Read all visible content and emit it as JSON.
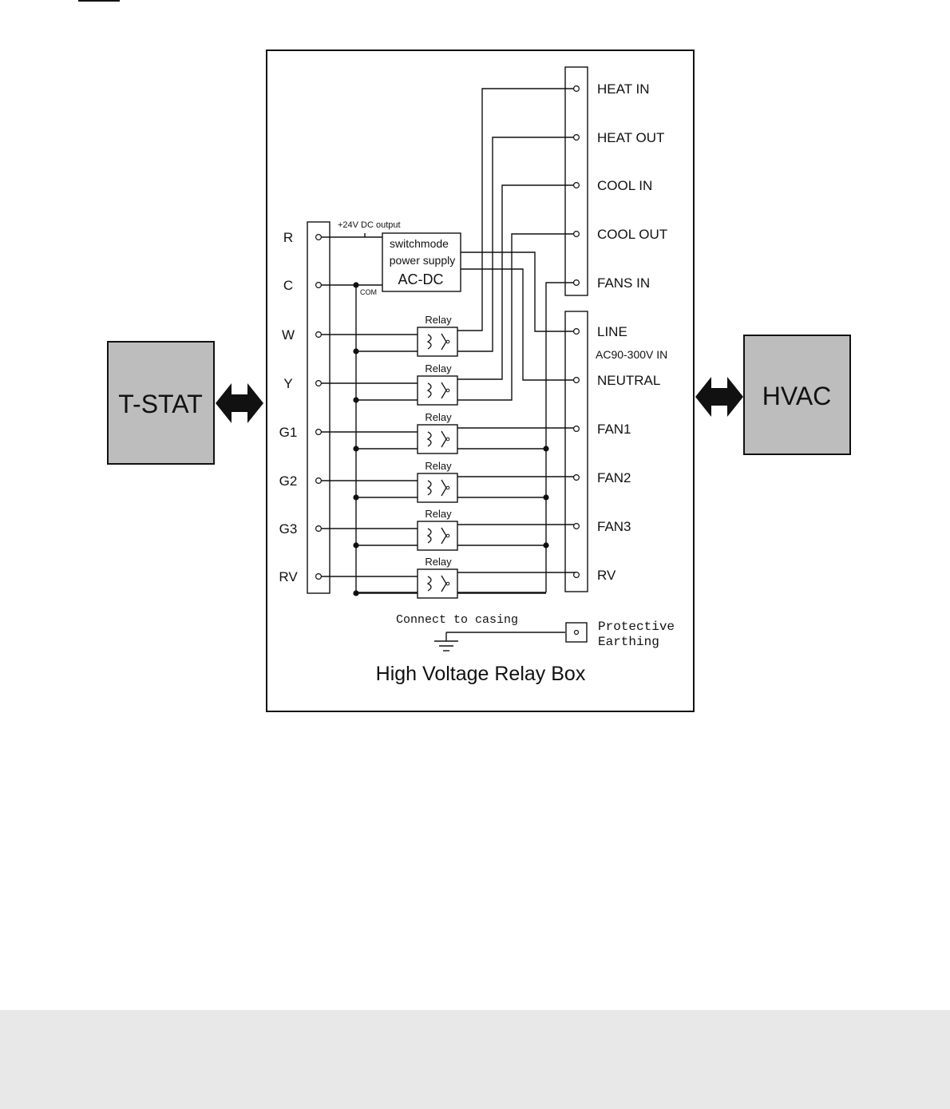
{
  "colors": {
    "line": "#111111",
    "device_fill": "#bdbdbd",
    "footer_band": "#e8e8e8",
    "background": "#ffffff"
  },
  "devices": {
    "tstat": "T-STAT",
    "hvac": "HVAC"
  },
  "left_terminals": [
    "R",
    "C",
    "W",
    "Y",
    "G1",
    "G2",
    "G3",
    "RV"
  ],
  "right_terminals_top": [
    "HEAT IN",
    "HEAT OUT",
    "COOL IN",
    "COOL OUT",
    "FANS IN"
  ],
  "right_terminals_bottom": [
    "LINE",
    "NEUTRAL",
    "FAN1",
    "FAN2",
    "FAN3",
    "RV"
  ],
  "power_supply": {
    "line1": "switchmode",
    "line2": "power supply",
    "line3": "AC-DC",
    "output_label": "+24V DC output",
    "com_label": "COM"
  },
  "relay_label": "Relay",
  "ac_input_label": "AC90-300V IN",
  "earth": {
    "casing_label": "Connect to casing",
    "pe_line1": "Protective",
    "pe_line2": "Earthing"
  },
  "box_title": "High Voltage Relay Box"
}
